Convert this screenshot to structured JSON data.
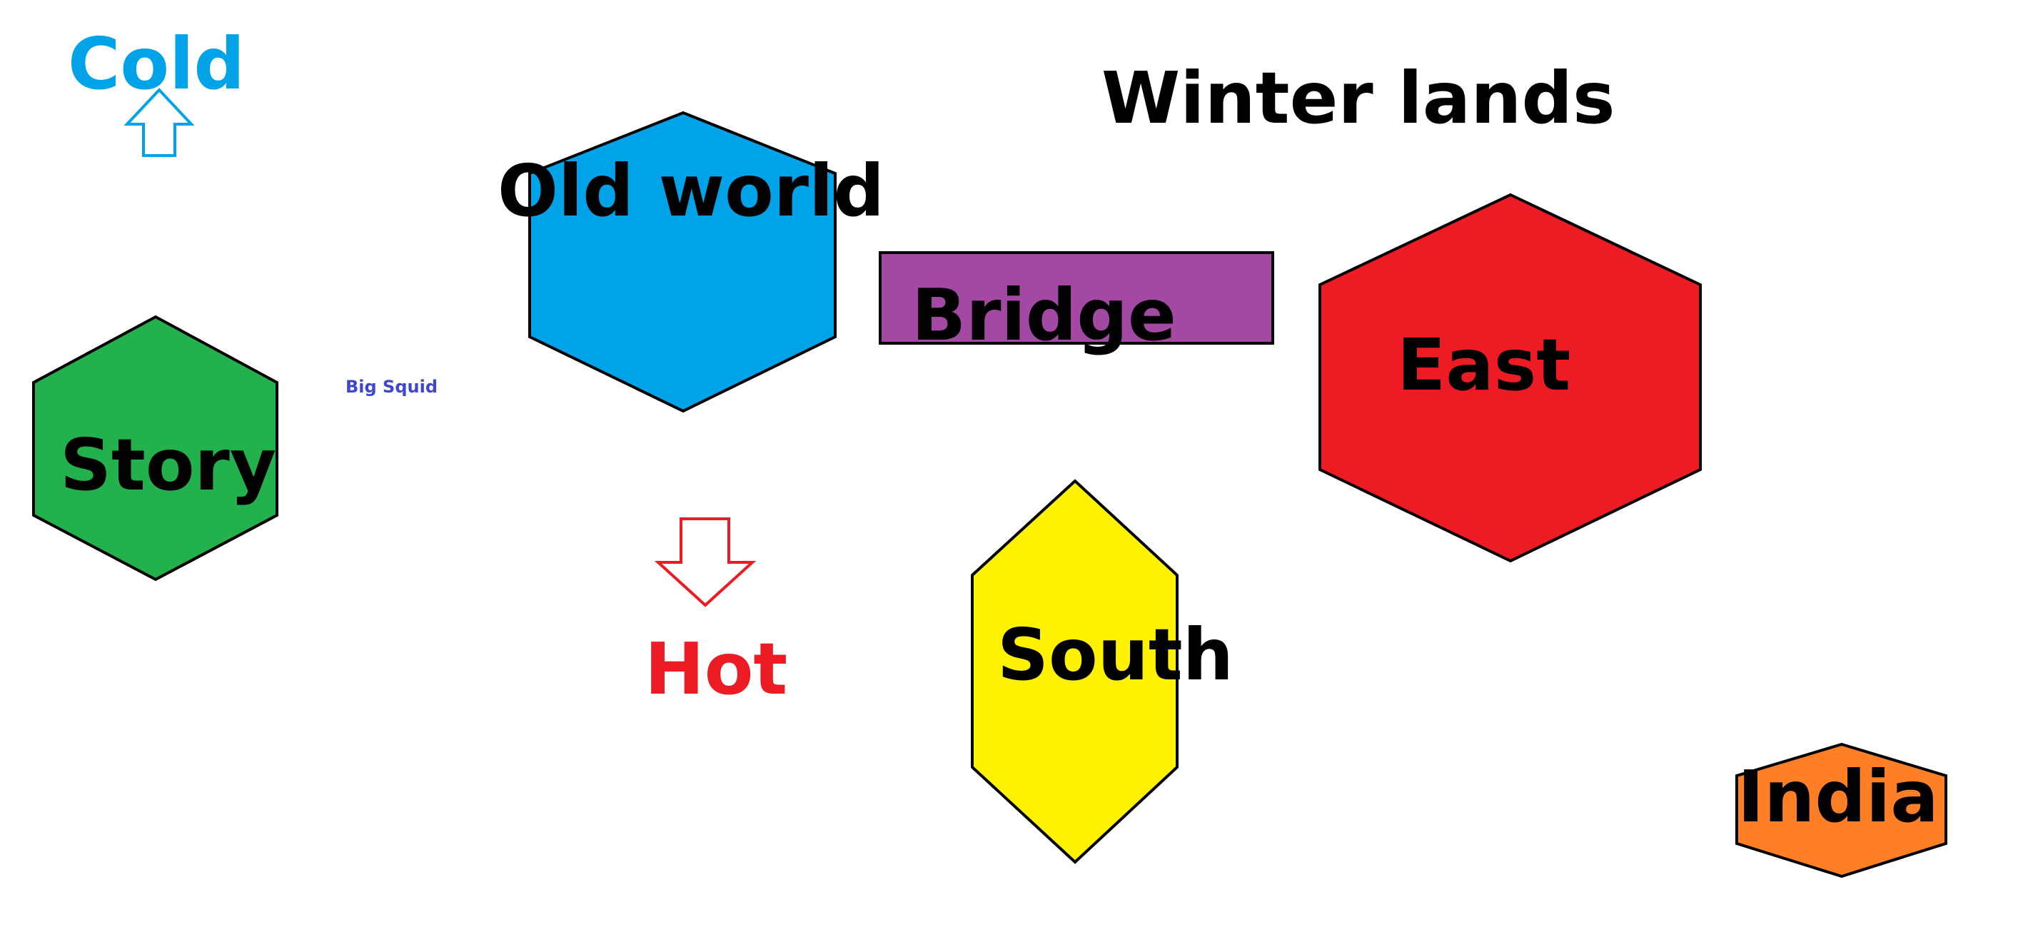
{
  "labels": {
    "cold": "Cold",
    "winter_lands": "Winter lands",
    "old_world": "Old world",
    "bridge": "Bridge",
    "east": "East",
    "story": "Story",
    "big_squid": "Big Squid",
    "hot": "Hot",
    "south": "South",
    "india": "India"
  },
  "colors": {
    "cold": "#00A2E8",
    "hot": "#ED1C24",
    "big_squid": "#3F48CC",
    "old_world": "#00A2E8",
    "bridge": "#A349A4",
    "east": "#ED1C24",
    "story": "#22B14C",
    "south": "#FFF200",
    "india": "#FF7F27",
    "outline": "#000000",
    "text": "#000000"
  }
}
